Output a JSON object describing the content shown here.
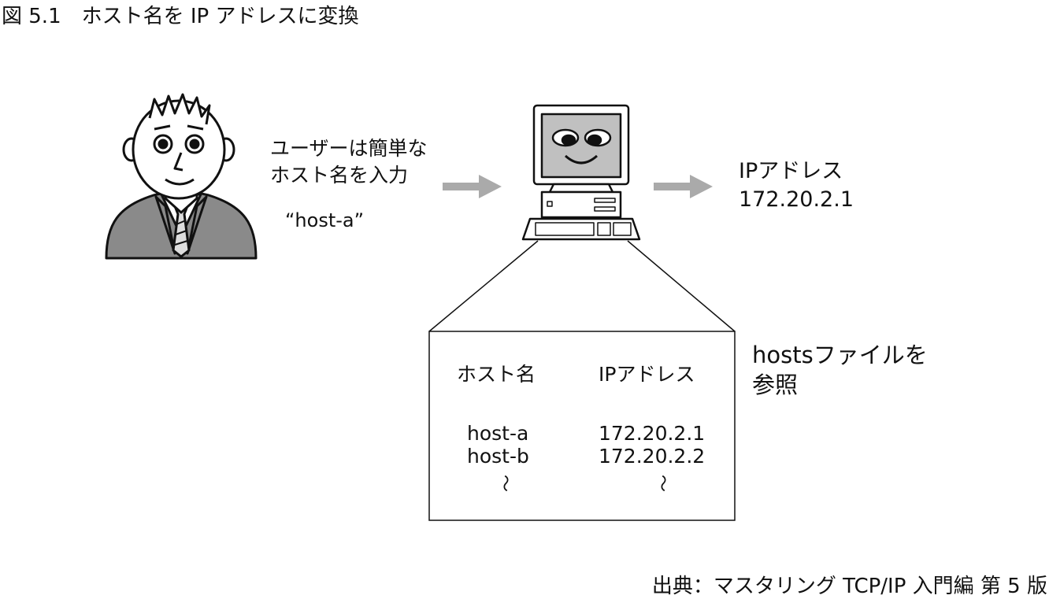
{
  "figure": {
    "title": "図 5.1　ホスト名を IP アドレスに変換"
  },
  "user": {
    "caption_line1": "ユーザーは簡単な",
    "caption_line2": "ホスト名を入力",
    "quoted_name": "“host-a”"
  },
  "result": {
    "label": "IPアドレス",
    "value": "172.20.2.1"
  },
  "hosts_file": {
    "headers": {
      "hostname": "ホスト名",
      "ip": "IPアドレス"
    },
    "rows": [
      {
        "hostname": "host-a",
        "ip": "172.20.2.1"
      },
      {
        "hostname": "host-b",
        "ip": "172.20.2.2"
      }
    ],
    "ellipsis": "〜"
  },
  "note": {
    "line1": "hostsファイルを",
    "line2": "参照"
  },
  "source": {
    "text": "出典：マスタリング TCP/IP 入門編 第 5 版"
  },
  "colors": {
    "arrow": "#aaaaaa",
    "suit": "#8a8a8a",
    "screen": "#c0c0c0"
  },
  "icons": [
    "person-icon",
    "computer-icon",
    "arrow-right-icon"
  ]
}
